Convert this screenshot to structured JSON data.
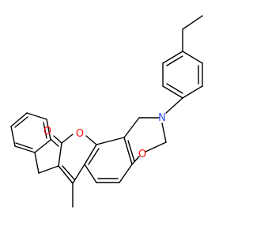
{
  "molecule": {
    "atoms": {
      "O_carbonyl": {
        "label": "O",
        "color": "#ff0d0d"
      },
      "O_ring_lactone": {
        "label": "O",
        "color": "#ff0d0d"
      },
      "O_ring_oxazine": {
        "label": "O",
        "color": "#ff0d0d"
      },
      "N_ring": {
        "label": "N",
        "color": "#3050f8"
      }
    },
    "bond_color": "#000000",
    "background": "#ffffff"
  }
}
